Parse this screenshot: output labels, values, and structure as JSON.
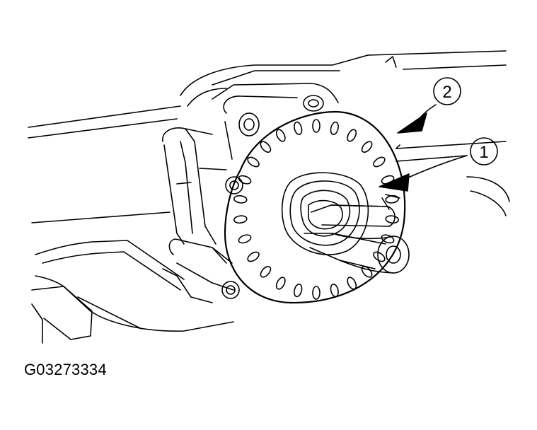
{
  "figure": {
    "id_label": "G03273334"
  },
  "callouts": [
    {
      "number": "1"
    },
    {
      "number": "2"
    }
  ],
  "colors": {
    "line": "#000000",
    "background": "#ffffff"
  }
}
